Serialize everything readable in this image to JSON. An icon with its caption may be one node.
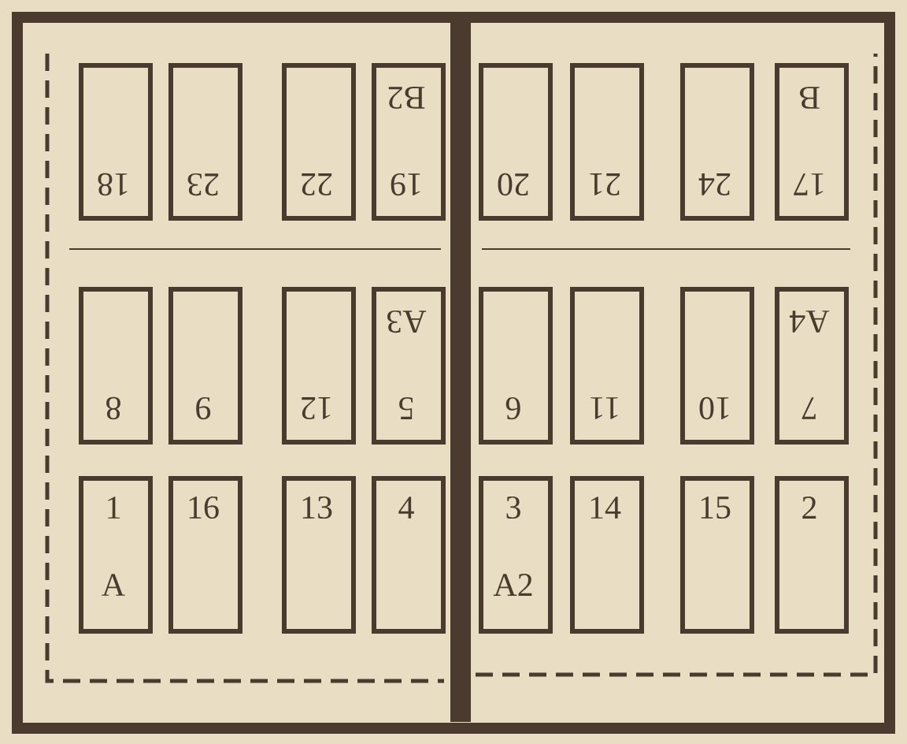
{
  "diagram": {
    "nodes": [
      {
        "text": [
          "18"
        ]
      },
      {
        "text": [
          "23"
        ]
      },
      {
        "text": [
          "22"
        ]
      },
      {
        "text": [
          "19",
          "B2"
        ]
      },
      {
        "text": [
          "20"
        ]
      },
      {
        "text": [
          "21"
        ]
      },
      {
        "text": [
          "24"
        ]
      },
      {
        "text": [
          "17",
          "B"
        ]
      },
      {
        "text": [
          "8"
        ]
      },
      {
        "text": [
          "9"
        ]
      },
      {
        "text": [
          "12"
        ]
      },
      {
        "text": [
          "5",
          "A3"
        ]
      },
      {
        "text": [
          "6"
        ]
      },
      {
        "text": [
          "11"
        ]
      },
      {
        "text": [
          "10"
        ]
      },
      {
        "text": [
          "7",
          "A4"
        ]
      },
      {
        "text": [
          "1",
          "A"
        ]
      },
      {
        "text": [
          "16"
        ]
      },
      {
        "text": [
          "13"
        ]
      },
      {
        "text": [
          "4"
        ]
      },
      {
        "text": [
          "3",
          "A2"
        ]
      },
      {
        "text": [
          "14"
        ]
      },
      {
        "text": [
          "15"
        ]
      },
      {
        "text": [
          "2"
        ]
      }
    ]
  }
}
